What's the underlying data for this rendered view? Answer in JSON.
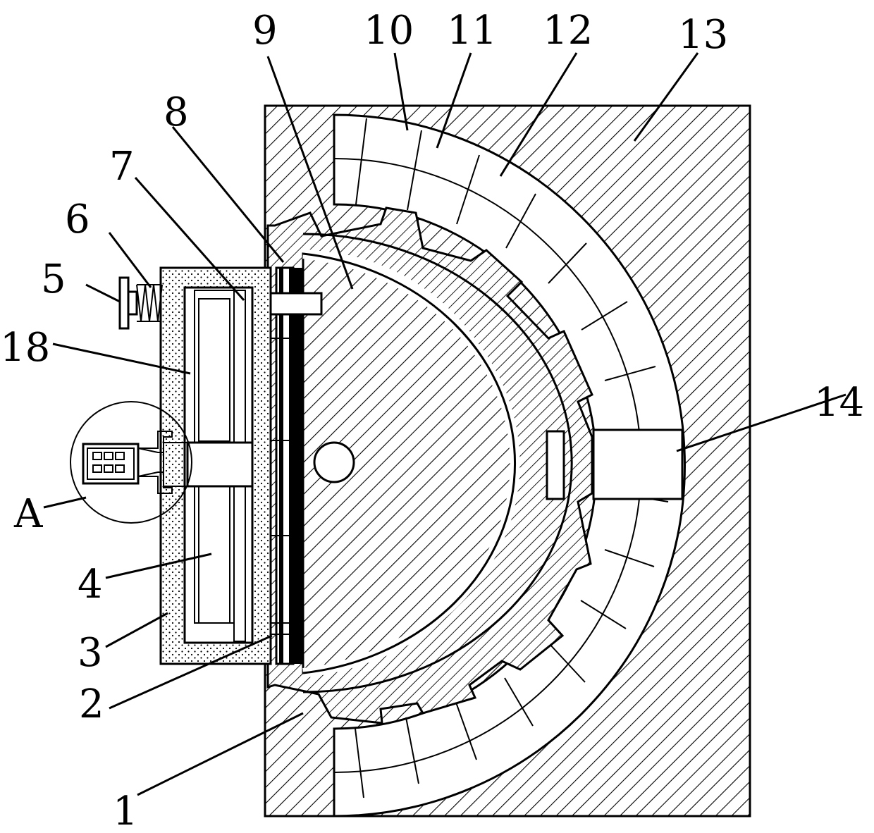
{
  "callouts": {
    "c1": "1",
    "c2": "2",
    "c3": "3",
    "c4": "4",
    "c5": "5",
    "c6": "6",
    "c7": "7",
    "c8": "8",
    "c9": "9",
    "c10": "10",
    "c11": "11",
    "c12": "12",
    "c13": "13",
    "c14": "14",
    "c18": "18",
    "cA": "A"
  }
}
